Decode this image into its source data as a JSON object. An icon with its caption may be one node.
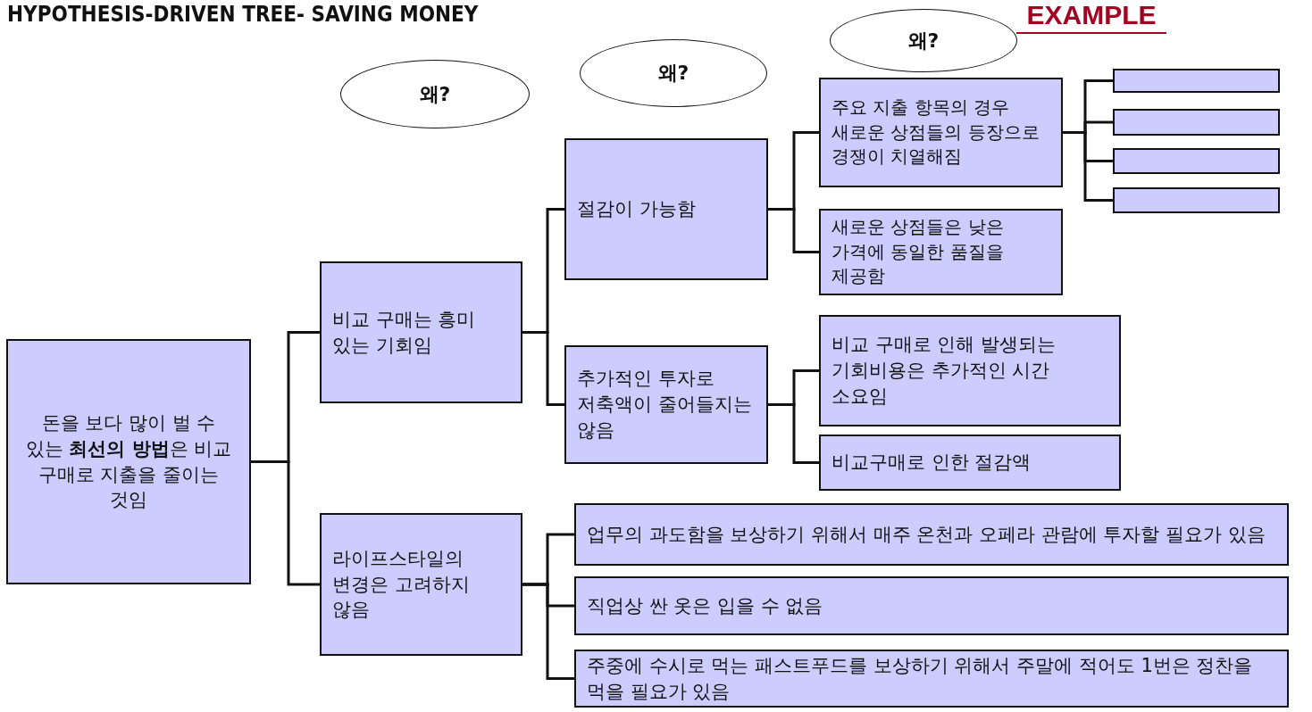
{
  "diagram": {
    "title": "HYPOTHESIS-DRIVEN TREE- SAVING MONEY",
    "nodes": [
      {
        "text": [
          "돈을 보다 많이 벌 수 있는 **최선의 방법**은 비교 구매로 지출을 줄이는 것임"
        ]
      },
      {
        "text": [
          "비교 구매는 흥미 있는 기회임"
        ]
      },
      {
        "text": [
          "라이프스타일의 변경은 고려하지 않음"
        ]
      },
      {
        "text": [
          "절감이 가능함"
        ]
      },
      {
        "text": [
          "추가적인 투자로 저축액이 줄어들지는 않음"
        ]
      },
      {
        "text": [
          "주요 지출 항목의 경우 새로운 상점들의 등장으로 경쟁이 치열해짐"
        ]
      },
      {
        "text": [
          "새로운 상점들은 낮은 가격에 동일한 품질을 제공함"
        ]
      },
      {
        "text": [],
        "shape": "box"
      },
      {
        "text": [],
        "shape": "box"
      },
      {
        "text": [],
        "shape": "box"
      },
      {
        "text": [],
        "shape": "box"
      },
      {
        "text": [
          "비교 구매로 인해 발생되는 기회비용은 추가적인 시간 소요임"
        ]
      },
      {
        "text": [
          "비교구매로 인한 절감액"
        ]
      },
      {
        "text": [
          "업무의 과도함을 보상하기 위해서 매주 온천과 오페라 관람에 투자할 필요가 있음"
        ]
      },
      {
        "text": [
          "직업상 싼 옷은 입을 수 없음"
        ]
      },
      {
        "text": [
          "주중에 수시로 먹는 패스트푸드를 보상하기 위해서 주말에 적어도 1번은 정찬을 먹을 필요가 있음"
        ]
      },
      {
        "text": [
          "왜?"
        ]
      },
      {
        "text": [
          "왜?"
        ]
      },
      {
        "text": [
          "왜?"
        ]
      }
    ],
    "edges": [
      {
        "from": 0,
        "to": 1,
        "arrow": "none"
      },
      {
        "from": 0,
        "to": 2,
        "arrow": "none"
      },
      {
        "from": 1,
        "to": 3,
        "arrow": "none"
      },
      {
        "from": 1,
        "to": 4,
        "arrow": "none"
      },
      {
        "from": 3,
        "to": 5,
        "arrow": "none"
      },
      {
        "from": 3,
        "to": 6,
        "arrow": "none"
      },
      {
        "from": 5,
        "to": 7,
        "arrow": "none"
      },
      {
        "from": 5,
        "to": 8,
        "arrow": "none"
      },
      {
        "from": 5,
        "to": 9,
        "arrow": "none"
      },
      {
        "from": 5,
        "to": 10,
        "arrow": "none"
      },
      {
        "from": 4,
        "to": 11,
        "arrow": "none"
      },
      {
        "from": 4,
        "to": 12,
        "arrow": "none"
      },
      {
        "from": 2,
        "to": 13,
        "arrow": "none"
      },
      {
        "from": 2,
        "to": 14,
        "arrow": "none"
      },
      {
        "from": 2,
        "to": 15,
        "arrow": "none"
      }
    ],
    "labels": [
      "EXAMPLE"
    ]
  }
}
